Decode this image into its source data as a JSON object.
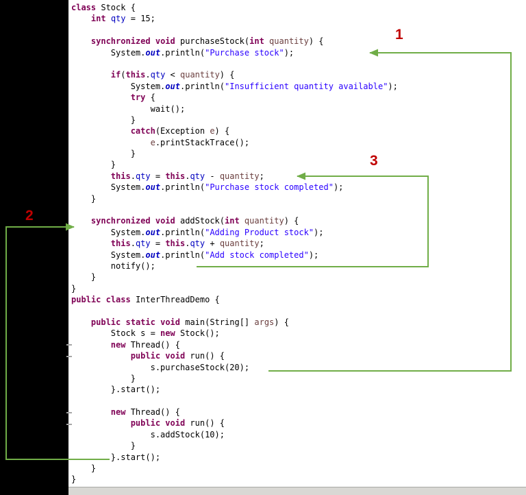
{
  "page_background": "#000000",
  "editor": {
    "language": "java",
    "background": "#ffffff",
    "token_colors": {
      "kw": "#7f0055",
      "str": "#2a00ff",
      "fld": "#0000c0",
      "sf": "#0000c0",
      "prm": "#6a3e3e",
      "pl": "#000000"
    },
    "lines": [
      [
        [
          "kw",
          "class"
        ],
        [
          "pl",
          " Stock {"
        ]
      ],
      [
        [
          "pl",
          "    "
        ],
        [
          "kw",
          "int"
        ],
        [
          "pl",
          " "
        ],
        [
          "fld",
          "qty"
        ],
        [
          "pl",
          " = 15;"
        ]
      ],
      [],
      [
        [
          "pl",
          "    "
        ],
        [
          "kw",
          "synchronized"
        ],
        [
          "pl",
          " "
        ],
        [
          "kw",
          "void"
        ],
        [
          "pl",
          " purchaseStock("
        ],
        [
          "kw",
          "int"
        ],
        [
          "pl",
          " "
        ],
        [
          "prm",
          "quantity"
        ],
        [
          "pl",
          ") {"
        ]
      ],
      [
        [
          "pl",
          "        System."
        ],
        [
          "sf",
          "out"
        ],
        [
          "pl",
          ".println("
        ],
        [
          "str",
          "\"Purchase stock\""
        ],
        [
          "pl",
          ");"
        ]
      ],
      [],
      [
        [
          "pl",
          "        "
        ],
        [
          "kw",
          "if"
        ],
        [
          "pl",
          "("
        ],
        [
          "kw",
          "this"
        ],
        [
          "pl",
          "."
        ],
        [
          "fld",
          "qty"
        ],
        [
          "pl",
          " < "
        ],
        [
          "prm",
          "quantity"
        ],
        [
          "pl",
          ") {"
        ]
      ],
      [
        [
          "pl",
          "            System."
        ],
        [
          "sf",
          "out"
        ],
        [
          "pl",
          ".println("
        ],
        [
          "str",
          "\"Insufficient quantity available\""
        ],
        [
          "pl",
          ");"
        ]
      ],
      [
        [
          "pl",
          "            "
        ],
        [
          "kw",
          "try"
        ],
        [
          "pl",
          " {"
        ]
      ],
      [
        [
          "pl",
          "                wait();"
        ]
      ],
      [
        [
          "pl",
          "            }"
        ]
      ],
      [
        [
          "pl",
          "            "
        ],
        [
          "kw",
          "catch"
        ],
        [
          "pl",
          "(Exception "
        ],
        [
          "prm",
          "e"
        ],
        [
          "pl",
          ") {"
        ]
      ],
      [
        [
          "pl",
          "                "
        ],
        [
          "prm",
          "e"
        ],
        [
          "pl",
          ".printStackTrace();"
        ]
      ],
      [
        [
          "pl",
          "            }"
        ]
      ],
      [
        [
          "pl",
          "        }"
        ]
      ],
      [
        [
          "pl",
          "        "
        ],
        [
          "kw",
          "this"
        ],
        [
          "pl",
          "."
        ],
        [
          "fld",
          "qty"
        ],
        [
          "pl",
          " = "
        ],
        [
          "kw",
          "this"
        ],
        [
          "pl",
          "."
        ],
        [
          "fld",
          "qty"
        ],
        [
          "pl",
          " - "
        ],
        [
          "prm",
          "quantity"
        ],
        [
          "pl",
          ";"
        ]
      ],
      [
        [
          "pl",
          "        System."
        ],
        [
          "sf",
          "out"
        ],
        [
          "pl",
          ".println("
        ],
        [
          "str",
          "\"Purchase stock completed\""
        ],
        [
          "pl",
          ");"
        ]
      ],
      [
        [
          "pl",
          "    }"
        ]
      ],
      [],
      [
        [
          "pl",
          "    "
        ],
        [
          "kw",
          "synchronized"
        ],
        [
          "pl",
          " "
        ],
        [
          "kw",
          "void"
        ],
        [
          "pl",
          " addStock("
        ],
        [
          "kw",
          "int"
        ],
        [
          "pl",
          " "
        ],
        [
          "prm",
          "quantity"
        ],
        [
          "pl",
          ") {"
        ]
      ],
      [
        [
          "pl",
          "        System."
        ],
        [
          "sf",
          "out"
        ],
        [
          "pl",
          ".println("
        ],
        [
          "str",
          "\"Adding Product stock\""
        ],
        [
          "pl",
          ");"
        ]
      ],
      [
        [
          "pl",
          "        "
        ],
        [
          "kw",
          "this"
        ],
        [
          "pl",
          "."
        ],
        [
          "fld",
          "qty"
        ],
        [
          "pl",
          " = "
        ],
        [
          "kw",
          "this"
        ],
        [
          "pl",
          "."
        ],
        [
          "fld",
          "qty"
        ],
        [
          "pl",
          " + "
        ],
        [
          "prm",
          "quantity"
        ],
        [
          "pl",
          ";"
        ]
      ],
      [
        [
          "pl",
          "        System."
        ],
        [
          "sf",
          "out"
        ],
        [
          "pl",
          ".println("
        ],
        [
          "str",
          "\"Add stock completed\""
        ],
        [
          "pl",
          ");"
        ]
      ],
      [
        [
          "pl",
          "        notify();"
        ]
      ],
      [
        [
          "pl",
          "    }"
        ]
      ],
      [
        [
          "pl",
          "}"
        ]
      ],
      [
        [
          "kw",
          "public"
        ],
        [
          "pl",
          " "
        ],
        [
          "kw",
          "class"
        ],
        [
          "pl",
          " InterThreadDemo {"
        ]
      ],
      [],
      [
        [
          "pl",
          "    "
        ],
        [
          "kw",
          "public"
        ],
        [
          "pl",
          " "
        ],
        [
          "kw",
          "static"
        ],
        [
          "pl",
          " "
        ],
        [
          "kw",
          "void"
        ],
        [
          "pl",
          " main(String[] "
        ],
        [
          "prm",
          "args"
        ],
        [
          "pl",
          ") {"
        ]
      ],
      [
        [
          "pl",
          "        Stock s = "
        ],
        [
          "kw",
          "new"
        ],
        [
          "pl",
          " Stock();"
        ]
      ],
      [
        [
          "pl",
          "        "
        ],
        [
          "kw",
          "new"
        ],
        [
          "pl",
          " Thread() {"
        ]
      ],
      [
        [
          "pl",
          "            "
        ],
        [
          "kw",
          "public"
        ],
        [
          "pl",
          " "
        ],
        [
          "kw",
          "void"
        ],
        [
          "pl",
          " run() {"
        ]
      ],
      [
        [
          "pl",
          "                s.purchaseStock(20);"
        ]
      ],
      [
        [
          "pl",
          "            }"
        ]
      ],
      [
        [
          "pl",
          "        }.start();"
        ]
      ],
      [],
      [
        [
          "pl",
          "        "
        ],
        [
          "kw",
          "new"
        ],
        [
          "pl",
          " Thread() {"
        ]
      ],
      [
        [
          "pl",
          "            "
        ],
        [
          "kw",
          "public"
        ],
        [
          "pl",
          " "
        ],
        [
          "kw",
          "void"
        ],
        [
          "pl",
          " run() {"
        ]
      ],
      [
        [
          "pl",
          "                s.addStock(10);"
        ]
      ],
      [
        [
          "pl",
          "            }"
        ]
      ],
      [
        [
          "pl",
          "        }.start();"
        ]
      ],
      [
        [
          "pl",
          "    }"
        ]
      ],
      [
        [
          "pl",
          "}"
        ]
      ]
    ]
  },
  "annotations": {
    "label_color": "#c00000",
    "arrow_color": "#70ad47",
    "labels": [
      {
        "text": "1"
      },
      {
        "text": "2"
      },
      {
        "text": "3"
      }
    ]
  }
}
